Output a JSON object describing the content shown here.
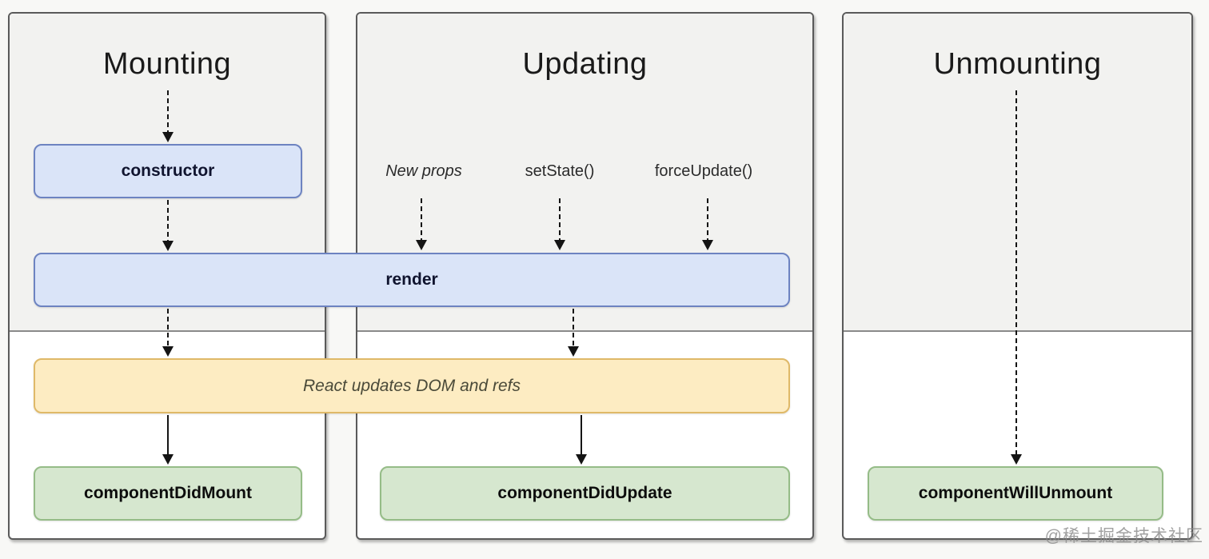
{
  "panels": [
    {
      "id": "mounting",
      "title": "Mounting"
    },
    {
      "id": "updating",
      "title": "Updating"
    },
    {
      "id": "unmounting",
      "title": "Unmounting"
    }
  ],
  "triggers": {
    "new_props": "New props",
    "set_state": "setState()",
    "force_update": "forceUpdate()"
  },
  "boxes": {
    "constructor": "constructor",
    "render": "render",
    "react_updates_dom": "React updates DOM and refs",
    "component_did_mount": "componentDidMount",
    "component_did_update": "componentDidUpdate",
    "component_will_unmount": "componentWillUnmount"
  },
  "watermark": "@稀土掘金技术社区",
  "colors": {
    "panel_gray": "#f2f2f0",
    "panel_border": "#5a5a5a",
    "method_box_fill": "#dae4f8",
    "method_box_border": "#6d83c1",
    "side_effect_fill": "#fdecc2",
    "side_effect_border": "#dfb968",
    "commit_box_fill": "#d6e7cf",
    "commit_box_border": "#95bc87",
    "arrow": "#141414"
  }
}
